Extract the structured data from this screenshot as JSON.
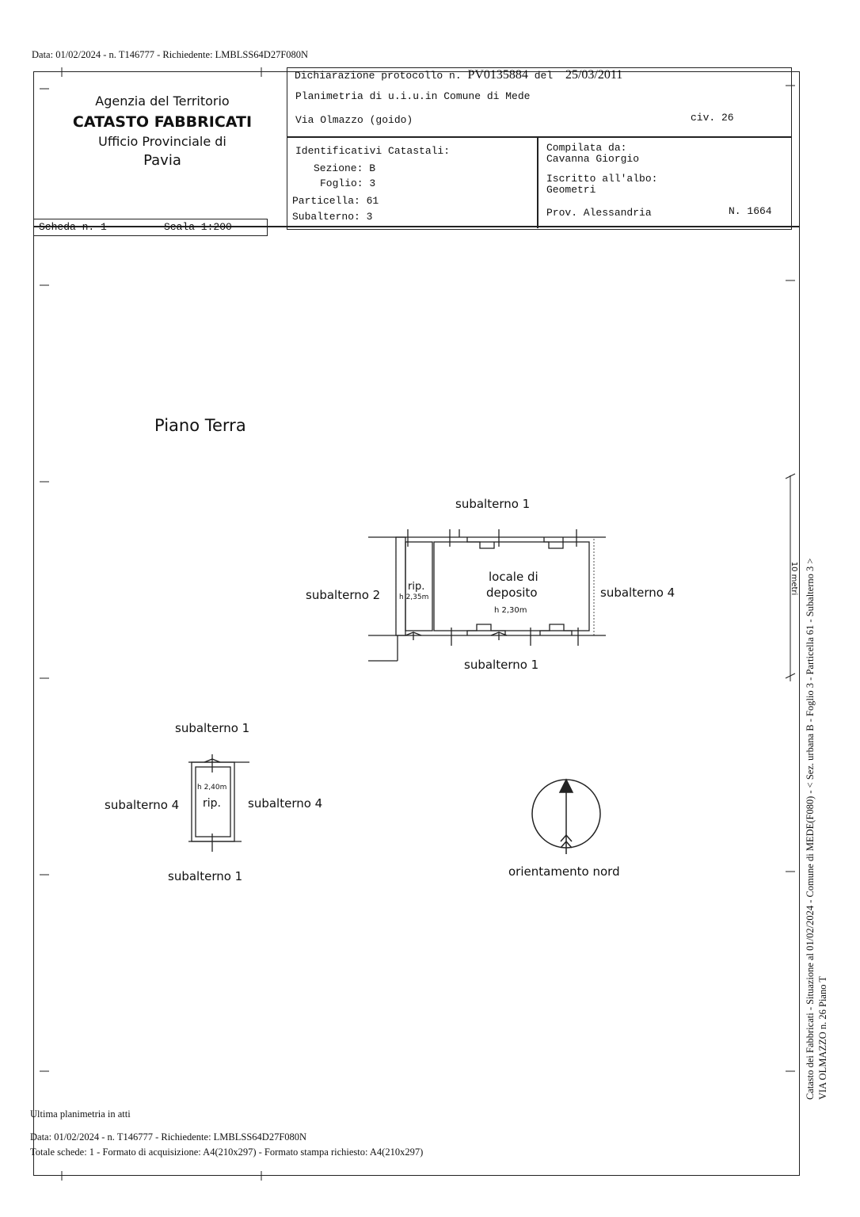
{
  "top_stamp": "Data: 01/02/2024 - n. T146777 - Richiedente: LMBLSS64D27F080N",
  "office": {
    "agency": "Agenzia del Territorio",
    "catasto": "CATASTO FABBRICATI",
    "ufficio": "Ufficio Provinciale di",
    "province": "Pavia"
  },
  "declaration": {
    "label": "Dichiarazione protocollo n.",
    "protocol": "PV0135884",
    "del_label": "del",
    "date": "25/03/2011",
    "planimetria": "Planimetria di u.i.u.in Comune di Mede",
    "address": "Via Olmazzo (goido)",
    "civic": "civ. 26"
  },
  "identifiers": {
    "title": "Identificativi Catastali:",
    "sezione": "Sezione: B",
    "foglio": "Foglio: 3",
    "particella": "Particella: 61",
    "subalterno": "Subalterno: 3"
  },
  "compiler": {
    "label": "Compilata da:",
    "name": "Cavanna Giorgio",
    "albo_label": "Iscritto all'albo:",
    "albo": "Geometri",
    "prov": "Prov. Alessandria",
    "number": "N. 1664"
  },
  "scheda": {
    "label": "Scheda n. 1",
    "scale": "Scala 1:200"
  },
  "plan": {
    "floor_title": "Piano Terra",
    "main": {
      "top": "subalterno 1",
      "left": "subalterno 2",
      "right": "subalterno 4",
      "bottom": "subalterno 1",
      "rip": "rip.",
      "rip_height": "h 2,35m",
      "room_line1": "locale di",
      "room_line2": "deposito",
      "room_height": "h 2,30m"
    },
    "small": {
      "top": "subalterno 1",
      "left": "subalterno 4",
      "right": "subalterno 4",
      "bottom": "subalterno 1",
      "rip": "rip.",
      "rip_height": "h 2,40m"
    },
    "north_label": "orientamento nord",
    "scale_bar_label": "10 metri"
  },
  "side_text": {
    "line1": "Catasto dei Fabbricati - Situazione al 01/02/2024 - Comune di MEDE(F080) - < Sez. urbana B -  Foglio 3 - Particella 61 - Subalterno 3 >",
    "line2": "VIA OLMAZZO n. 26 Piano T"
  },
  "footer": {
    "ultima": "Ultima planimetria in atti",
    "data": "Data: 01/02/2024 - n. T146777 - Richiedente: LMBLSS64D27F080N",
    "totale": "Totale schede: 1 - Formato di acquisizione: A4(210x297)  - Formato stampa richiesto: A4(210x297)"
  }
}
